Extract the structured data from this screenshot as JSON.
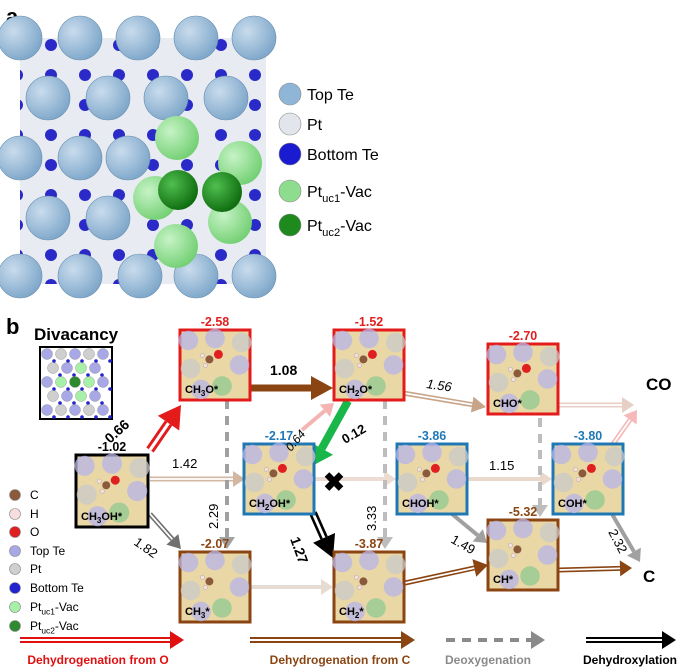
{
  "panel_a": {
    "label": "a",
    "legend": [
      {
        "text": "Top Te",
        "color": "#8fb6d6"
      },
      {
        "text": "Pt",
        "color": "#e2e6ec"
      },
      {
        "text": "Bottom Te",
        "color": "#1a1ad0"
      },
      {
        "text": "Pt",
        "sub": "uc1",
        "tail": "-Vac",
        "color": "#8edc8e"
      },
      {
        "text": "Pt",
        "sub": "uc2",
        "tail": "-Vac",
        "color": "#1e8a1e"
      }
    ]
  },
  "panel_b": {
    "label": "b",
    "title": "Divacancy",
    "states": {
      "ch3oh": {
        "name": "CH3OH*",
        "base": "CH",
        "s1": "3",
        "rest": "OH*",
        "energy": "-1.02"
      },
      "ch3o": {
        "name": "CH3O*",
        "base": "CH",
        "s1": "3",
        "rest": "O*",
        "energy": "-2.58"
      },
      "ch2o": {
        "name": "CH2O*",
        "base": "CH",
        "s1": "2",
        "rest": "O*",
        "energy": "-1.52"
      },
      "cho": {
        "name": "CHO*",
        "base": "CHO*",
        "s1": "",
        "rest": "",
        "energy": "-2.70"
      },
      "ch2oh": {
        "name": "CH2OH*",
        "base": "CH",
        "s1": "2",
        "rest": "OH*",
        "energy": "-2.17"
      },
      "choh": {
        "name": "CHOH*",
        "base": "CHOH*",
        "s1": "",
        "rest": "",
        "energy": "-3.86"
      },
      "coh": {
        "name": "COH*",
        "base": "COH*",
        "s1": "",
        "rest": "",
        "energy": "-3.80"
      },
      "ch3": {
        "name": "CH3*",
        "base": "CH",
        "s1": "3",
        "rest": "*",
        "energy": "-2.07"
      },
      "ch2": {
        "name": "CH2*",
        "base": "CH",
        "s1": "2",
        "rest": "*",
        "energy": "-3.87"
      },
      "ch": {
        "name": "CH*",
        "base": "CH*",
        "s1": "",
        "rest": "",
        "energy": "-5.32"
      }
    },
    "barriers": {
      "ch3oh_ch3o": "0.66",
      "ch3o_ch2o": "1.08",
      "ch2o_cho": "1.56",
      "ch3oh_ch2oh": "1.42",
      "ch2oh_ch2o": "0.64",
      "ch2o_ch2oh": "0.12",
      "choh_coh": "1.15",
      "ch3oh_ch3": "1.82",
      "ch3o_ch3": "2.29",
      "ch2o_ch2": "3.33",
      "ch2oh_ch2": "1.27",
      "choh_ch": "1.49",
      "coh_c": "2.32"
    },
    "products": {
      "co": "CO",
      "c": "C"
    },
    "blocked_mark": "✖",
    "legend": [
      {
        "text": "C",
        "color": "#8b5a3c"
      },
      {
        "text": "H",
        "color": "#f6dede"
      },
      {
        "text": "O",
        "color": "#e02020"
      },
      {
        "text": "Top Te",
        "color": "#a8a8e6"
      },
      {
        "text": "Pt",
        "color": "#cfcfcf"
      },
      {
        "text": "Bottom Te",
        "color": "#2323d0"
      },
      {
        "text": "Pt",
        "sub": "uc1",
        "tail": "-Vac",
        "color": "#a8f0a8"
      },
      {
        "text": "Pt",
        "sub": "uc2",
        "tail": "-Vac",
        "color": "#2e8a2e"
      }
    ],
    "pathway_legend": [
      {
        "text": "Dehydrogenation from O",
        "color": "#e01010"
      },
      {
        "text": "Dehydrogenation from C",
        "color": "#8b4513"
      },
      {
        "text": "Deoxygenation",
        "color": "#8a8a8a"
      },
      {
        "text": "Dehydroxylation",
        "color": "#000000"
      }
    ],
    "colors": {
      "o_path": "#e41b1b",
      "c_path": "#8b4513",
      "deox": "#9a9a9a",
      "dehydroxyl": "#000000",
      "sel": "#19b64a",
      "tile_bg": "#e9d7a6",
      "energy_o": "#e02020",
      "energy_blue": "#1f78b4",
      "energy_brown": "#8b4513"
    }
  }
}
